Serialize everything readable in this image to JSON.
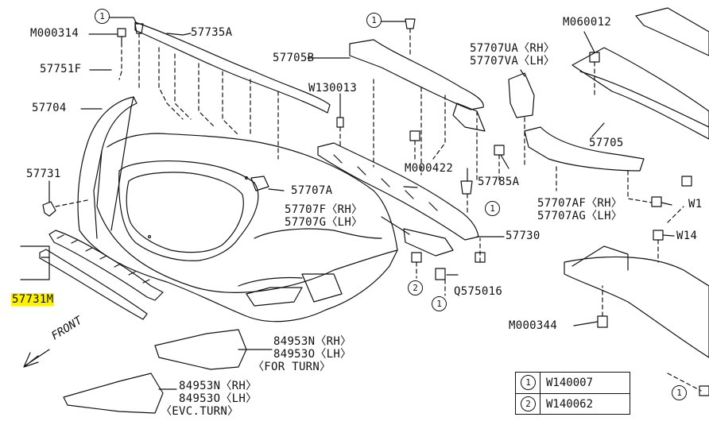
{
  "parts": {
    "p57735A": "57735A",
    "pM000314": "M000314",
    "p57751F": "57751F",
    "p57704": "57704",
    "p57731": "57731",
    "p57731M": "57731M",
    "p57705B": "57705B",
    "pW130013": "W130013",
    "p57707A": "57707A",
    "p57707F": "57707F〈RH〉",
    "p57707G": "57707G〈LH〉",
    "p57707UA": "57707UA〈RH〉",
    "p57707VA": "57707VA〈LH〉",
    "pM000422": "M000422",
    "p57785A": "57785A",
    "pM060012": "M060012",
    "p57705": "57705",
    "p57707AF": "57707AF〈RH〉",
    "p57707AG": "57707AG〈LH〉",
    "p57730": "57730",
    "pQ575016": "Q575016",
    "p84953N": "84953N〈RH〉",
    "p84953O": "84953O〈LH〉",
    "forTurn": "〈FOR TURN〉",
    "p84953N2": "84953N〈RH〉",
    "p84953O2": "84953O〈LH〉",
    "evcTurn": "〈EVC.TURN〉",
    "pM000344": "M000344",
    "pW1a": "W1",
    "pW14": "W14"
  },
  "circles": {
    "one": "1",
    "two": "2"
  },
  "front_label": "FRONT",
  "legend": [
    {
      "num": "1",
      "code": "W140007"
    },
    {
      "num": "2",
      "code": "W140062"
    }
  ],
  "highlight_color": "#fff200"
}
